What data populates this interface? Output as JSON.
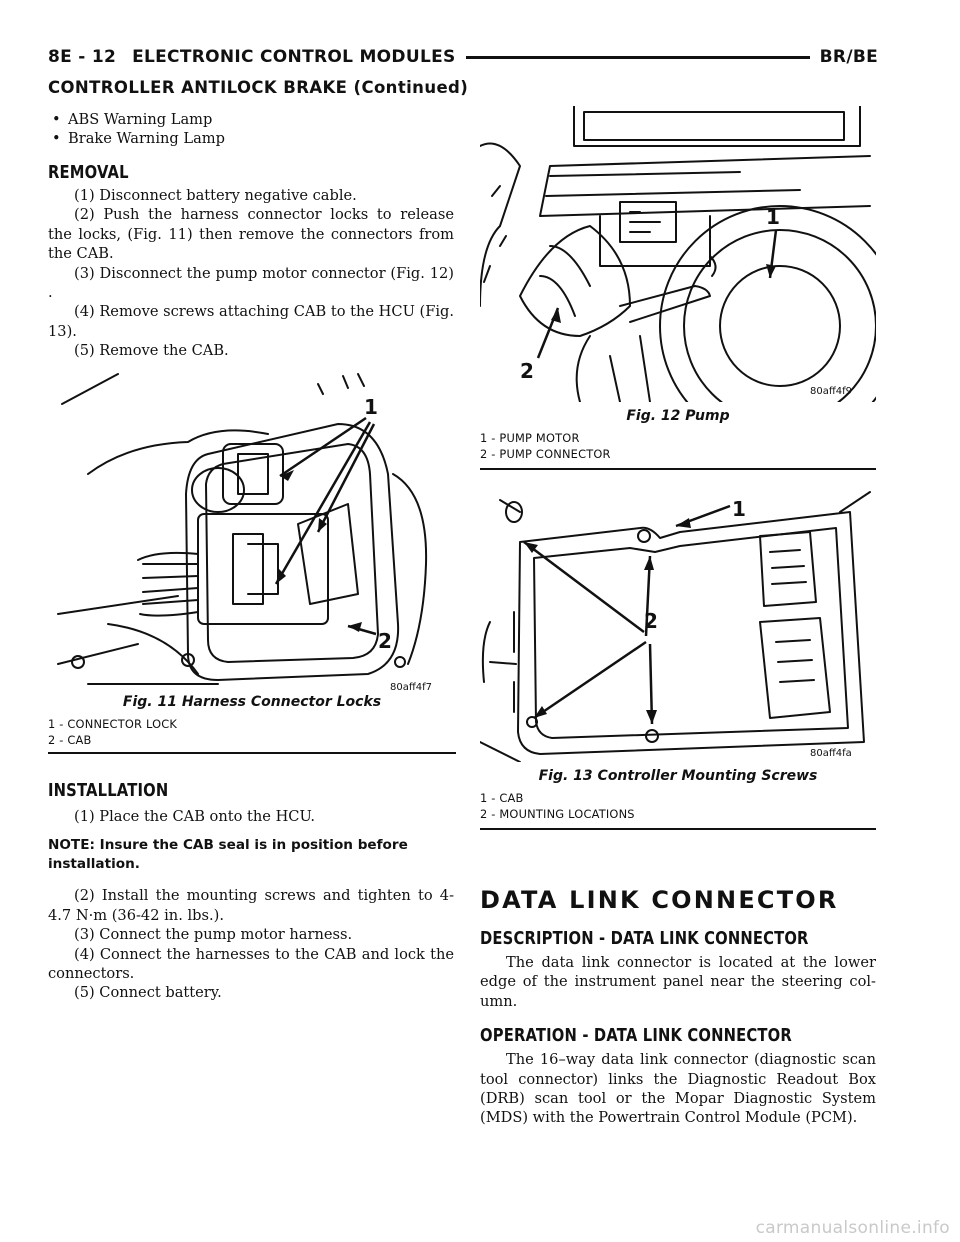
{
  "header": {
    "page_number": "8E - 12",
    "section": "ELECTRONIC CONTROL MODULES",
    "model": "BR/BE"
  },
  "continued_title": "CONTROLLER ANTILOCK BRAKE (Continued)",
  "bullets": [
    "ABS Warning Lamp",
    "Brake Warning Lamp"
  ],
  "bullet_glyph": "•",
  "removal": {
    "heading": "REMOVAL",
    "steps": [
      "(1) Disconnect battery negative cable.",
      "(2) Push the harness connector locks to release the locks, (Fig. 11) then remove the connectors from the CAB.",
      "(3) Disconnect the pump motor connector (Fig. 12) .",
      "(4) Remove screws attaching CAB to the HCU (Fig. 13).",
      "(5) Remove the CAB."
    ]
  },
  "fig11": {
    "caption": "Fig. 11 Harness Connector Locks",
    "code": "80aff4f7",
    "callouts": [
      "1",
      "2"
    ],
    "legend": [
      "1 - CONNECTOR LOCK",
      "2 - CAB"
    ]
  },
  "installation": {
    "heading": "INSTALLATION",
    "step1": "(1) Place the CAB onto the HCU.",
    "note": "NOTE: Insure the CAB seal is in position before installation.",
    "steps": [
      "(2) Install the mounting screws and tighten to 4-4.7 N·m (36-42 in. lbs.).",
      "(3) Connect the pump motor harness.",
      "(4) Connect the harnesses to the CAB and lock the connectors.",
      "(5) Connect battery."
    ]
  },
  "fig12": {
    "caption": "Fig. 12 Pump",
    "code": "80aff4f9",
    "callouts": [
      "1",
      "2"
    ],
    "legend": [
      "1 - PUMP MOTOR",
      "2 - PUMP CONNECTOR"
    ]
  },
  "fig13": {
    "caption": "Fig. 13 Controller Mounting Screws",
    "code": "80aff4fa",
    "callouts": [
      "1",
      "2"
    ],
    "legend": [
      "1 - CAB",
      "2 - MOUNTING LOCATIONS"
    ]
  },
  "data_link": {
    "title": "DATA LINK CONNECTOR",
    "description_heading": "DESCRIPTION - DATA LINK CONNECTOR",
    "description_text": "The data link connector is located at the lower edge of the instrument panel near the steering col- umn.",
    "operation_heading": "OPERATION - DATA LINK CONNECTOR",
    "operation_text": "The 16–way data link connector (diagnostic scan tool connector) links the Diagnostic Readout Box (DRB) scan tool or the Mopar Diagnostic System (MDS) with the Powertrain Control Module (PCM)."
  },
  "watermark": "carmanualsonline.info"
}
